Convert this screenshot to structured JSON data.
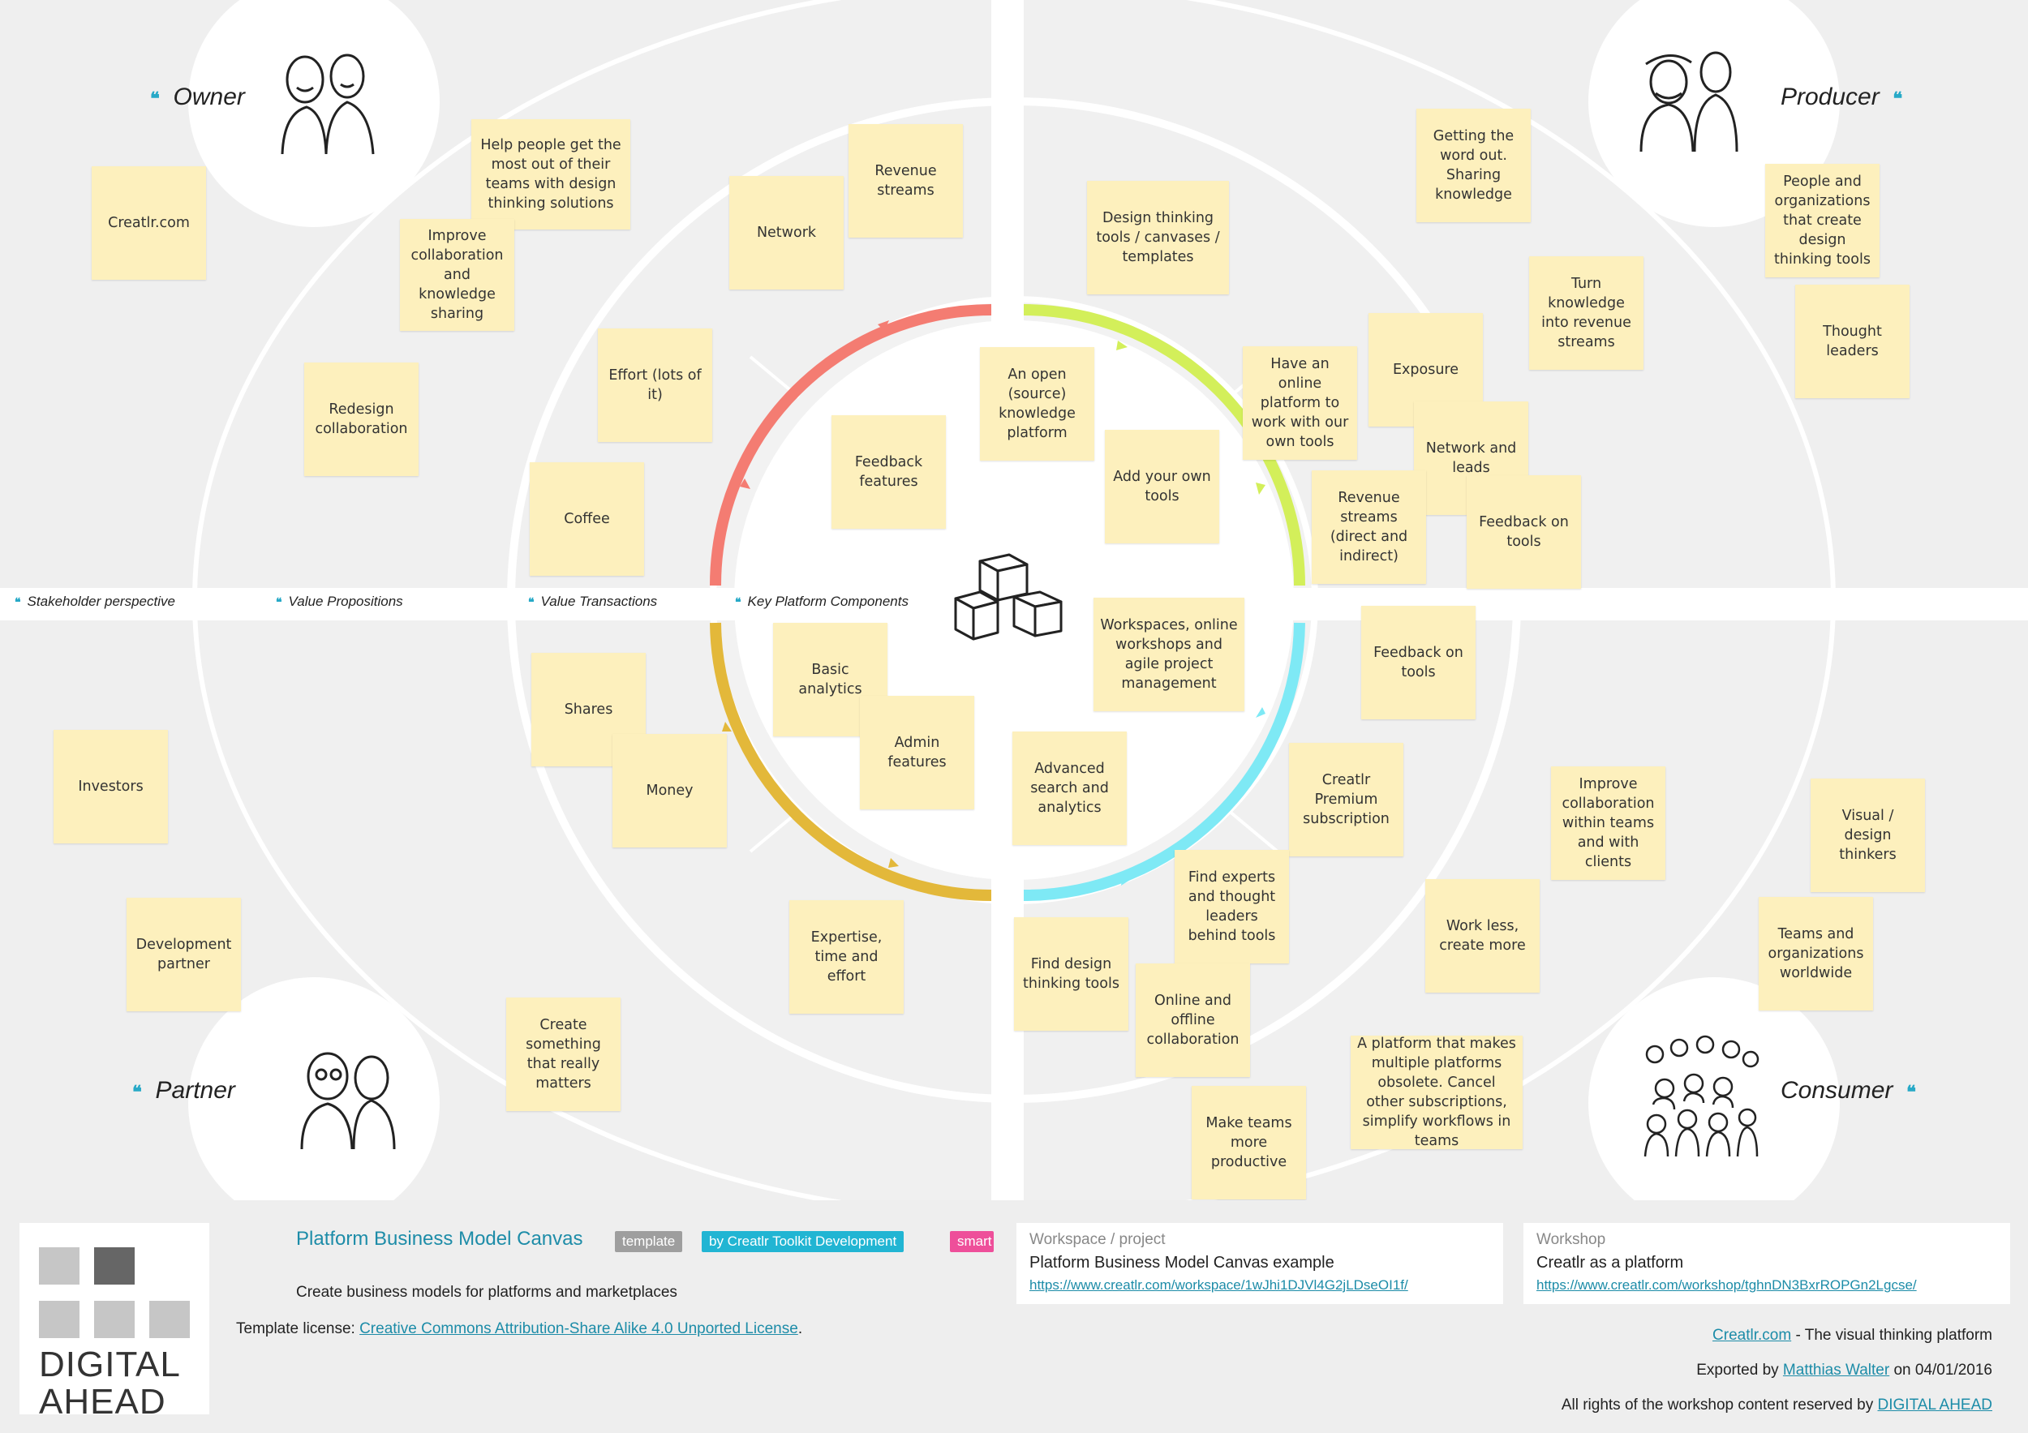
{
  "canvas": {
    "stakeholders": {
      "owner": "Owner",
      "producer": "Producer",
      "partner": "Partner",
      "consumer": "Consumer"
    },
    "headers": {
      "stakeholder_perspective": "Stakeholder perspective",
      "value_propositions": "Value Propositions",
      "value_transactions": "Value Transactions",
      "key_platform_components": "Key Platform Components"
    },
    "ring_colors": {
      "owner": "#f47c72",
      "producer": "#d3ef5a",
      "partner": "#e3b83a",
      "consumer": "#7ee9f5"
    },
    "center_icon": "cubes-icon",
    "stickies": [
      {
        "id": "creatlr-com",
        "text": "Creatlr.com"
      },
      {
        "id": "help-people",
        "text": "Help people get the most out of their teams with design thinking solutions"
      },
      {
        "id": "improve-collab",
        "text": "Improve collaboration and knowledge sharing"
      },
      {
        "id": "network",
        "text": "Network"
      },
      {
        "id": "revenue-streams-owner",
        "text": "Revenue streams"
      },
      {
        "id": "redesign-collab",
        "text": "Redesign collaboration"
      },
      {
        "id": "effort",
        "text": "Effort (lots of it)"
      },
      {
        "id": "coffee",
        "text": "Coffee"
      },
      {
        "id": "feedback-features",
        "text": "Feedback features"
      },
      {
        "id": "open-source",
        "text": "An open (source) knowledge platform"
      },
      {
        "id": "design-tools",
        "text": "Design thinking tools / canvases / templates"
      },
      {
        "id": "getting-word-out",
        "text": "Getting the word out. Sharing knowledge"
      },
      {
        "id": "people-orgs",
        "text": "People and organizations that create design thinking tools"
      },
      {
        "id": "thought-leaders",
        "text": "Thought leaders"
      },
      {
        "id": "turn-knowledge",
        "text": "Turn knowledge into revenue streams"
      },
      {
        "id": "exposure",
        "text": "Exposure"
      },
      {
        "id": "online-platform",
        "text": "Have an online platform to work with our own tools"
      },
      {
        "id": "add-tools",
        "text": "Add your own tools"
      },
      {
        "id": "network-leads",
        "text": "Network and leads"
      },
      {
        "id": "revenue-direct",
        "text": "Revenue streams (direct and indirect)"
      },
      {
        "id": "feedback-tools-1",
        "text": "Feedback on tools"
      },
      {
        "id": "investors",
        "text": "Investors"
      },
      {
        "id": "shares",
        "text": "Shares"
      },
      {
        "id": "money",
        "text": "Money"
      },
      {
        "id": "basic-analytics",
        "text": "Basic analytics"
      },
      {
        "id": "admin-features",
        "text": "Admin features"
      },
      {
        "id": "workspaces",
        "text": "Workspaces, online workshops and agile project management"
      },
      {
        "id": "feedback-tools-2",
        "text": "Feedback on tools"
      },
      {
        "id": "advanced-search",
        "text": "Advanced search and analytics"
      },
      {
        "id": "premium",
        "text": "Creatlr Premium subscription"
      },
      {
        "id": "improve-teams",
        "text": "Improve collaboration within teams and with clients"
      },
      {
        "id": "visual-thinkers",
        "text": "Visual / design thinkers"
      },
      {
        "id": "dev-partner",
        "text": "Development partner"
      },
      {
        "id": "expertise",
        "text": "Expertise, time and effort"
      },
      {
        "id": "find-experts",
        "text": "Find experts and thought leaders behind tools"
      },
      {
        "id": "work-less",
        "text": "Work less, create more"
      },
      {
        "id": "teams-orgs",
        "text": "Teams and organizations worldwide"
      },
      {
        "id": "find-design",
        "text": "Find design thinking tools"
      },
      {
        "id": "online-offline",
        "text": "Online and offline collaboration"
      },
      {
        "id": "platform-obsolete",
        "text": "A platform that makes multiple platforms obsolete. Cancel other subscriptions, simplify workflows in teams"
      },
      {
        "id": "create-something",
        "text": "Create something that really matters"
      },
      {
        "id": "make-teams",
        "text": "Make teams more productive"
      }
    ]
  },
  "footer": {
    "logo": {
      "line1": "DIGITAL",
      "line2": "AHEAD"
    },
    "title": "Platform Business Model Canvas",
    "tags": [
      "template",
      "by Creatlr Toolkit Development",
      "smart"
    ],
    "tag_colors": [
      "#9e9e9e",
      "#21b5d3",
      "#ee4f9a"
    ],
    "description": "Create business models for platforms and marketplaces",
    "license_prefix": "Template license: ",
    "license_link": "Creative Commons Attribution-Share Alike 4.0 Unported License",
    "license_suffix": ".",
    "workspace": {
      "label": "Workspace / project",
      "name": "Platform Business Model Canvas example",
      "url": "https://www.creatlr.com/workspace/1wJhi1DJVl4G2jLDseOI1f/"
    },
    "workshop": {
      "label": "Workshop",
      "name": "Creatlr as a platform",
      "url": "https://www.creatlr.com/workshop/tghnDN3BxrROPGn2Lgcse/"
    },
    "platform_link": "Creatlr.com",
    "platform_tail": " - The visual thinking platform",
    "exported_prefix": "Exported by ",
    "exported_by": "Matthias Walter",
    "exported_suffix": " on 04/01/2016",
    "rights_prefix": "All rights of the workshop content reserved by ",
    "rights_owner": "DIGITAL AHEAD"
  }
}
